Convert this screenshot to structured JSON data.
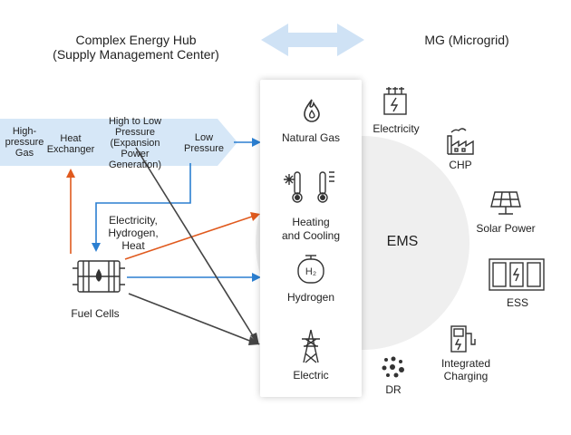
{
  "header": {
    "left_title_line1": "Complex Energy Hub",
    "left_title_line2": "(Supply Management Center)",
    "right_title": "MG (Microgrid)"
  },
  "pipeline": {
    "stage1": [
      "High-",
      "pressure",
      "Gas"
    ],
    "stage2": [
      "Heat",
      "Exchanger"
    ],
    "stage3": [
      "High to Low",
      "Pressure",
      "(Expansion",
      "Power",
      "Generation)"
    ],
    "stage4": [
      "Low",
      "Pressure"
    ]
  },
  "fuel_cell": {
    "label": "Fuel Cells",
    "outputs": [
      "Electricity,",
      "Hydrogen,",
      "Heat"
    ]
  },
  "supply_panel": {
    "items": [
      {
        "label": [
          "Natural Gas"
        ],
        "icon": "flame-icon"
      },
      {
        "label": [
          "Heating",
          "and Cooling"
        ],
        "icon": "thermometer-icon"
      },
      {
        "label": [
          "Hydrogen"
        ],
        "icon": "hydrogen-tank-icon",
        "symbol": "H₂"
      },
      {
        "label": [
          "Electric"
        ],
        "icon": "transmission-tower-icon"
      }
    ]
  },
  "ems": {
    "label": "EMS"
  },
  "microgrid": {
    "items": [
      {
        "label": [
          "Electricity"
        ],
        "icon": "transformer-icon"
      },
      {
        "label": [
          "CHP"
        ],
        "icon": "factory-icon"
      },
      {
        "label": [
          "Solar Power"
        ],
        "icon": "solar-panel-icon"
      },
      {
        "label": [
          "ESS"
        ],
        "icon": "battery-storage-icon"
      },
      {
        "label": [
          "Integrated",
          "Charging"
        ],
        "icon": "ev-charger-icon"
      },
      {
        "label": [
          "DR"
        ],
        "icon": "demand-response-icon"
      }
    ]
  },
  "colors": {
    "arrow_blue_light": "#cfe2f5",
    "pipe_fill": "#d6e7f7",
    "flow_blue": "#2b7fd1",
    "flow_orange": "#e05a1e",
    "flow_gray": "#444444",
    "ems_gray": "#efefef"
  }
}
